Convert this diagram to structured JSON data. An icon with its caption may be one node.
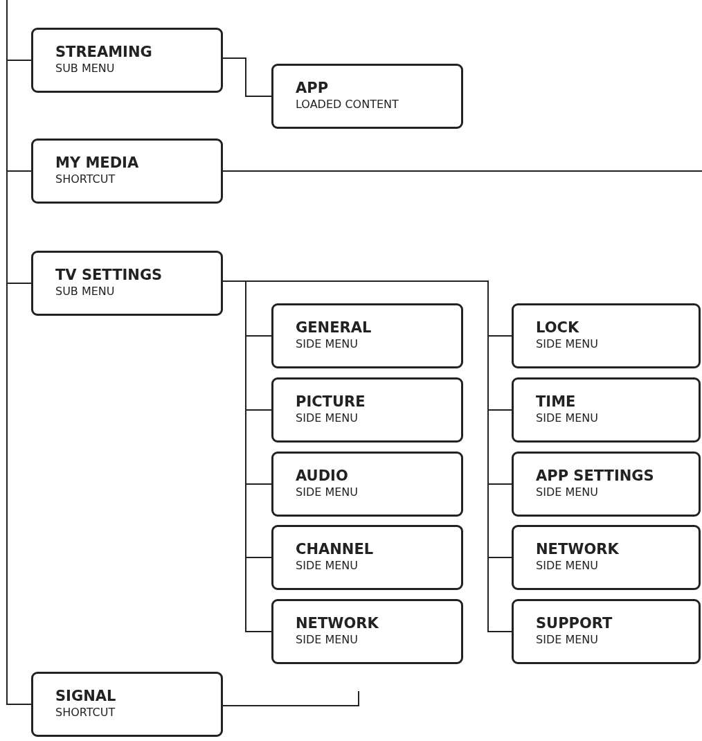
{
  "diagram": {
    "nodes": [
      {
        "text": [
          "STREAMING",
          "SUB MENU"
        ]
      },
      {
        "text": [
          "APP",
          "LOADED CONTENT"
        ]
      },
      {
        "text": [
          "MY MEDIA",
          "SHORTCUT"
        ]
      },
      {
        "text": [
          "TV SETTINGS",
          "SUB MENU"
        ]
      },
      {
        "text": [
          "GENERAL",
          "SIDE MENU"
        ]
      },
      {
        "text": [
          "LOCK",
          "SIDE MENU"
        ]
      },
      {
        "text": [
          "PICTURE",
          "SIDE MENU"
        ]
      },
      {
        "text": [
          "TIME",
          "SIDE MENU"
        ]
      },
      {
        "text": [
          "AUDIO",
          "SIDE MENU"
        ]
      },
      {
        "text": [
          "APP SETTINGS",
          "SIDE MENU"
        ]
      },
      {
        "text": [
          "CHANNEL",
          "SIDE MENU"
        ]
      },
      {
        "text": [
          "NETWORK",
          "SIDE MENU"
        ]
      },
      {
        "text": [
          "NETWORK",
          "SIDE MENU"
        ]
      },
      {
        "text": [
          "SUPPORT",
          "SIDE MENU"
        ]
      },
      {
        "text": [
          "SIGNAL",
          "SHORTCUT"
        ]
      }
    ],
    "edges": [
      {
        "from": null,
        "to": 0,
        "arrow": "none"
      },
      {
        "from": null,
        "to": 2,
        "arrow": "none"
      },
      {
        "from": null,
        "to": 3,
        "arrow": "none"
      },
      {
        "from": null,
        "to": 14,
        "arrow": "none"
      },
      {
        "from": 0,
        "to": 1,
        "arrow": "none"
      },
      {
        "from": 2,
        "to": null,
        "arrow": "none"
      },
      {
        "from": 3,
        "to": 4,
        "arrow": "none"
      },
      {
        "from": 3,
        "to": 6,
        "arrow": "none"
      },
      {
        "from": 3,
        "to": 8,
        "arrow": "none"
      },
      {
        "from": 3,
        "to": 10,
        "arrow": "none"
      },
      {
        "from": 3,
        "to": 12,
        "arrow": "none"
      },
      {
        "from": 3,
        "to": 5,
        "arrow": "none"
      },
      {
        "from": 3,
        "to": 7,
        "arrow": "none"
      },
      {
        "from": 3,
        "to": 9,
        "arrow": "none"
      },
      {
        "from": 3,
        "to": 11,
        "arrow": "none"
      },
      {
        "from": 3,
        "to": 13,
        "arrow": "none"
      },
      {
        "from": 14,
        "to": null,
        "arrow": "none"
      }
    ]
  }
}
